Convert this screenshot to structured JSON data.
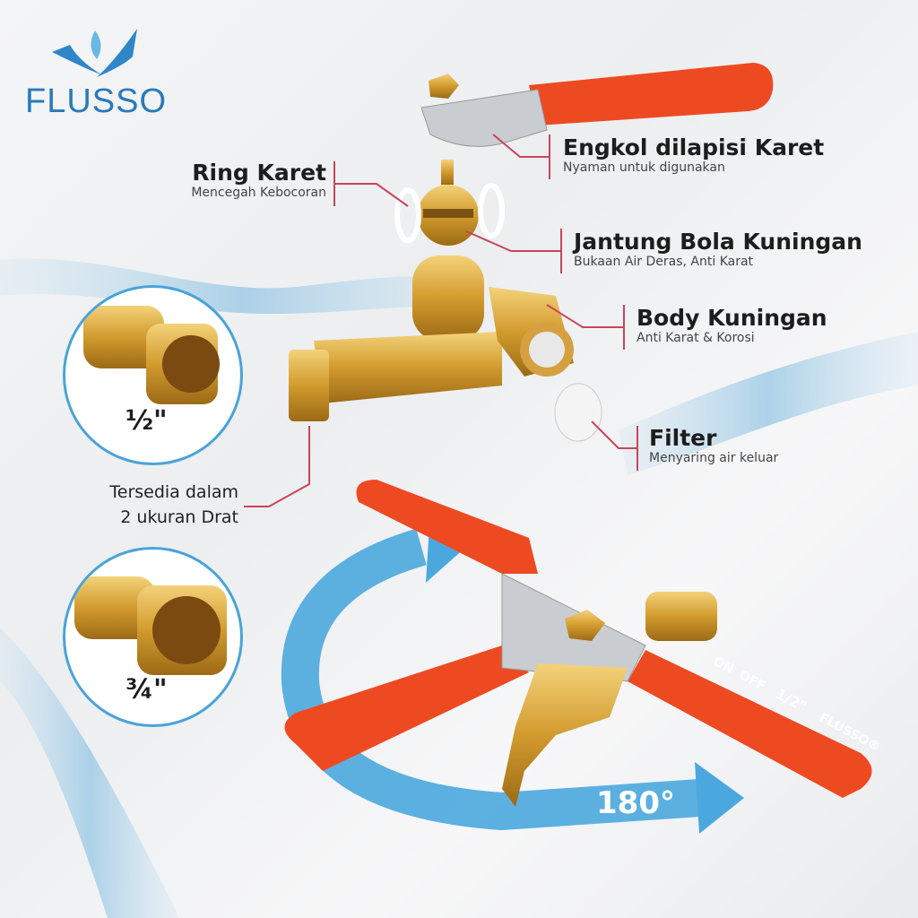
{
  "brand": {
    "name": "FLUSSO",
    "color": "#2a7ab8",
    "icon": "lotus-drop-logo"
  },
  "callouts": [
    {
      "title": "Engkol dilapisi Karet",
      "subtitle": "Nyaman untuk digunakan"
    },
    {
      "title": "Ring Karet",
      "subtitle": "Mencegah Kebocoran"
    },
    {
      "title": "Jantung Bola Kuningan",
      "subtitle": "Bukaan Air Deras, Anti Karat"
    },
    {
      "title": "Body Kuningan",
      "subtitle": "Anti Karat & Korosi"
    },
    {
      "title": "Filter",
      "subtitle": "Menyaring air keluar"
    }
  ],
  "sizes": {
    "options": [
      "½\"",
      "¾\""
    ],
    "note_line1": "Tersedia dalam",
    "note_line2": "2 ukuran Drat"
  },
  "rotation": {
    "label": "180°",
    "arrow_color": "#4aa8de"
  },
  "handle_marks": {
    "brand": "FLUSSO®",
    "size": "1/2\"",
    "on": "ON",
    "off": "OFF"
  },
  "colors": {
    "handle": "#ee4a22",
    "brass": "#d9a536",
    "leader": "#c9455a",
    "circle_border": "#4aa3d8"
  }
}
